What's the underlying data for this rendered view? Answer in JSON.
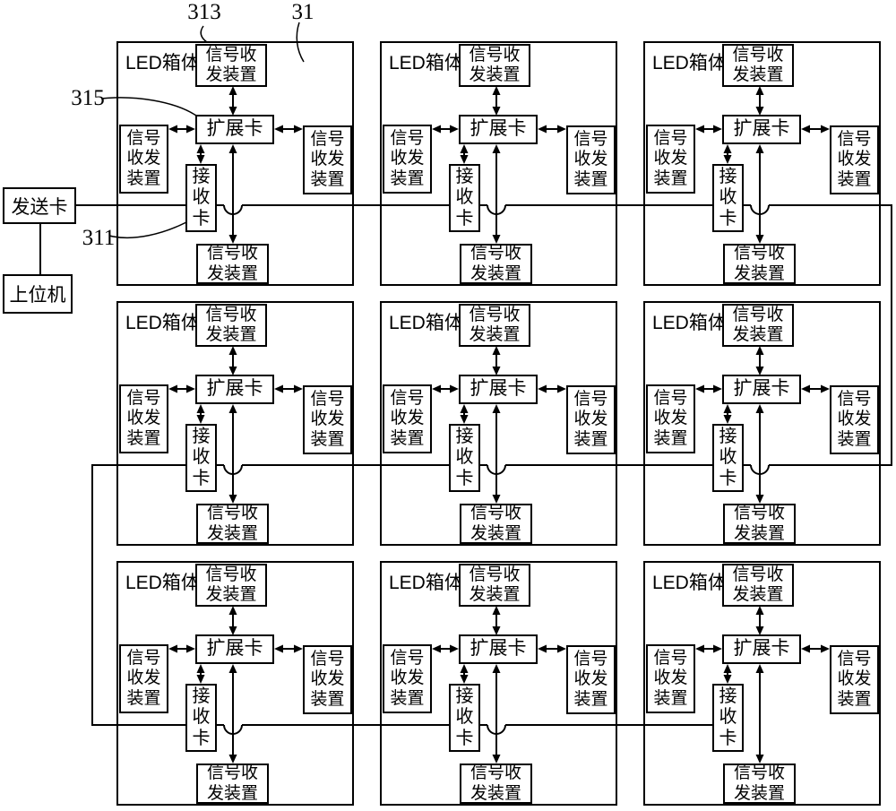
{
  "diagram": {
    "reference_labels": {
      "r313": "313",
      "r31": "31",
      "r315": "315",
      "r311": "311"
    },
    "sending_card": "发送卡",
    "host_computer": "上位机",
    "cabinet": {
      "title": "LED箱体",
      "expansion_card": "扩展卡",
      "receiving_card": [
        "接",
        "收",
        "卡"
      ],
      "transceiver_two_line": [
        "信号收",
        "发装置"
      ],
      "transceiver_three_line": [
        "信号",
        "收发",
        "装置"
      ],
      "grid_rows": 3,
      "grid_cols": 3
    },
    "colors": {
      "line": "#000000",
      "background": "#ffffff"
    }
  }
}
